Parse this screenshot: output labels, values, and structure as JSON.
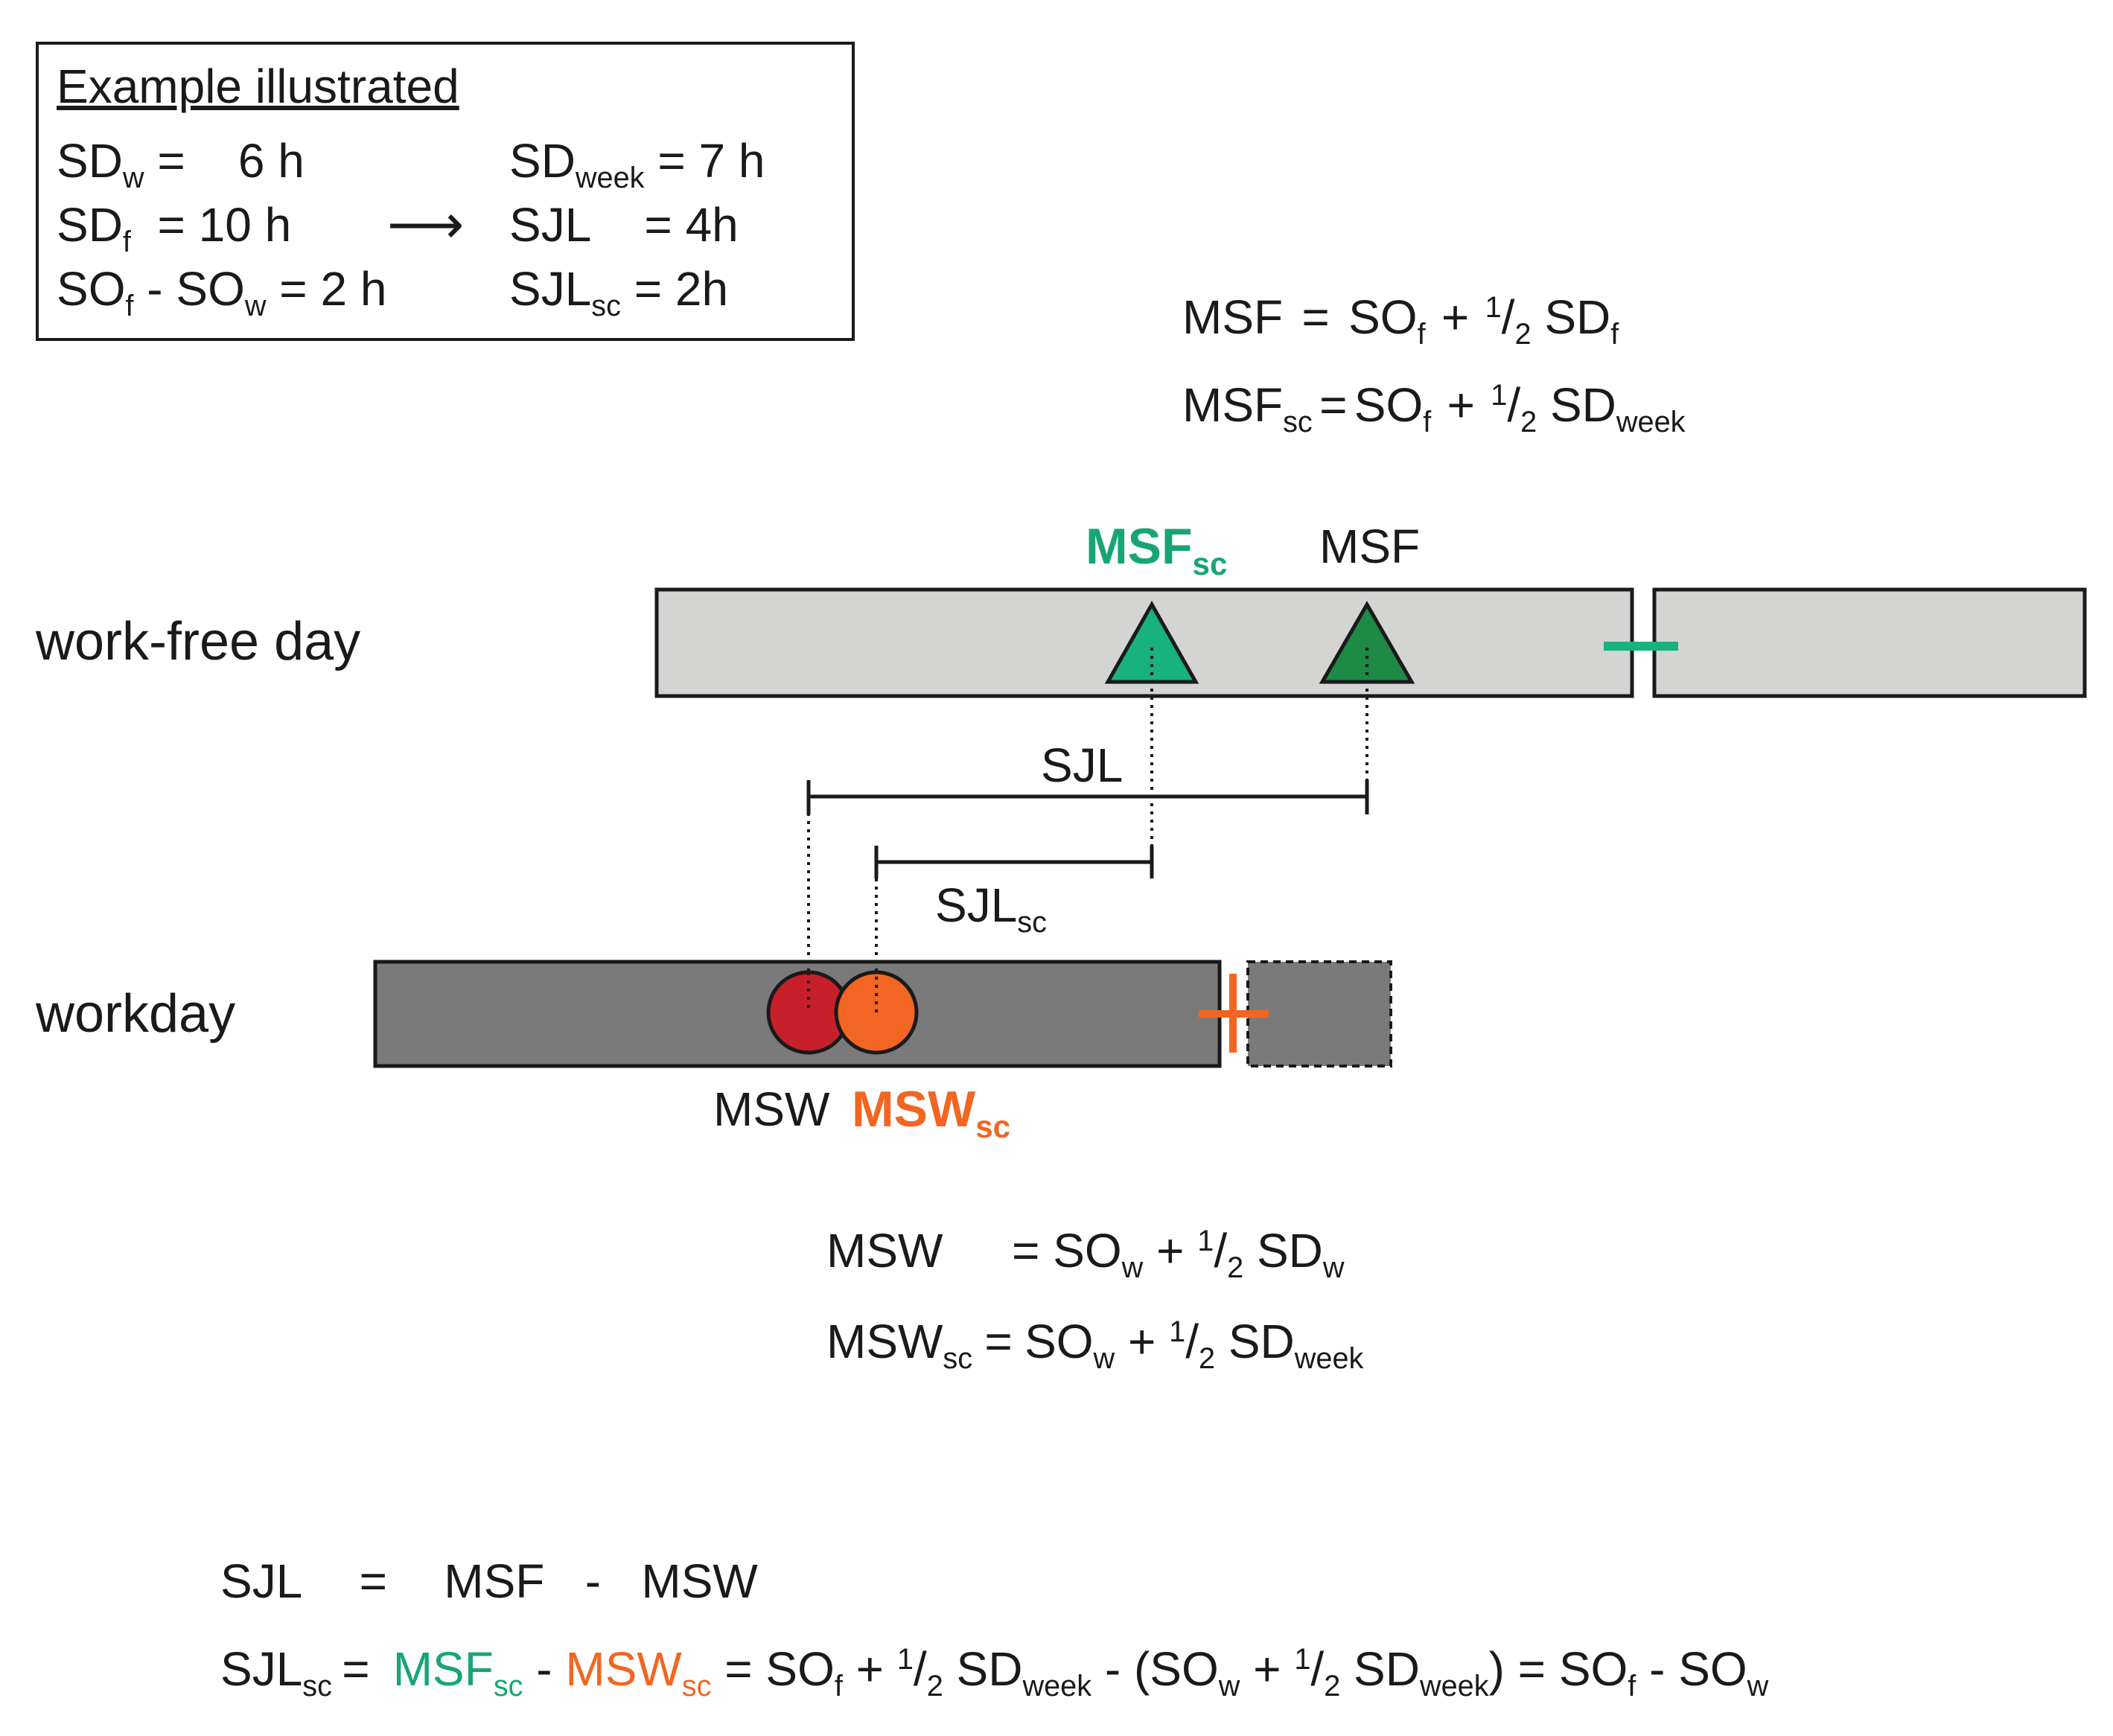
{
  "example": {
    "title": "Example illustrated",
    "rows": [
      {
        "left": "SD",
        "left_sub": "w",
        "left_rest": " =    6 h",
        "right": "SD",
        "right_sub": "week",
        "right_rest": " = 7 h"
      },
      {
        "left": "SD",
        "left_sub": "f",
        "left_rest": "  = 10 h",
        "right": "SJL",
        "right_sub": "",
        "right_rest": "    = 4h"
      },
      {
        "left": "SO",
        "left_sub": "f",
        "left_rest": " - SO",
        "left_sub2": "w",
        "left_rest2": " = 2 h",
        "right": "SJL",
        "right_sub": "sc",
        "right_rest": " = 2h"
      }
    ],
    "arrow": "⟶"
  },
  "formulas_top": {
    "msf": {
      "lhs": "MSF",
      "eq": "=",
      "a": "SO",
      "a_sub": "f",
      "plus": "+",
      "num": "1",
      "den": "2",
      "b": "SD",
      "b_sub": "f"
    },
    "msf_sc": {
      "lhs": "MSF",
      "lhs_sub": "sc",
      "eq": "=",
      "a": "SO",
      "a_sub": "f",
      "plus": "+",
      "num": "1",
      "den": "2",
      "b": "SD",
      "b_sub": "week"
    }
  },
  "rows": {
    "work_free": "work-free day",
    "workday": "workday"
  },
  "markers": {
    "msf_sc": {
      "text": "MSF",
      "sub": "sc"
    },
    "msf": {
      "text": "MSF"
    },
    "sjl": {
      "text": "SJL"
    },
    "sjl_sc": {
      "text": "SJL",
      "sub": "sc"
    },
    "msw": {
      "text": "MSW"
    },
    "msw_sc": {
      "text": "MSW",
      "sub": "sc"
    }
  },
  "formulas_mid": {
    "msw": {
      "lhs": "MSW",
      "eq": "=",
      "a": "SO",
      "a_sub": "w",
      "plus": "+",
      "num": "1",
      "den": "2",
      "b": "SD",
      "b_sub": "w"
    },
    "msw_sc": {
      "lhs": "MSW",
      "lhs_sub": "sc",
      "eq": "=",
      "a": "SO",
      "a_sub": "w",
      "plus": "+",
      "num": "1",
      "den": "2",
      "b": "SD",
      "b_sub": "week"
    }
  },
  "formulas_bottom": {
    "sjl": {
      "lhs": "SJL",
      "eq": "=",
      "a": "MSF",
      "minus": "-",
      "b": "MSW"
    },
    "sjl_sc": {
      "lhs": "SJL",
      "lhs_sub": "sc",
      "eq": "=",
      "msf": "MSF",
      "msf_sub": "sc",
      "minus": "-",
      "msw": "MSW",
      "msw_sub": "sc",
      "eq2": "=",
      "p1": "SO",
      "p1_sub": "f",
      "plus": "+",
      "num": "1",
      "den": "2",
      "p2": "SD",
      "p2_sub": "week",
      "open": "- (SO",
      "open_sub": "w",
      "plus2": "+",
      "num2": "1",
      "den2": "2",
      "p3": "SD",
      "p3_sub": "week",
      "close": ") = SO",
      "close_sub": "f",
      "minus2": "- SO",
      "minus2_sub": "w"
    }
  },
  "colors": {
    "green_light": "#17b27e",
    "green_dark": "#1d8a45",
    "red": "#c8202a",
    "orange": "#f26522",
    "bar_light": "#d4d4d2",
    "bar_dark": "#7a7a7a"
  }
}
